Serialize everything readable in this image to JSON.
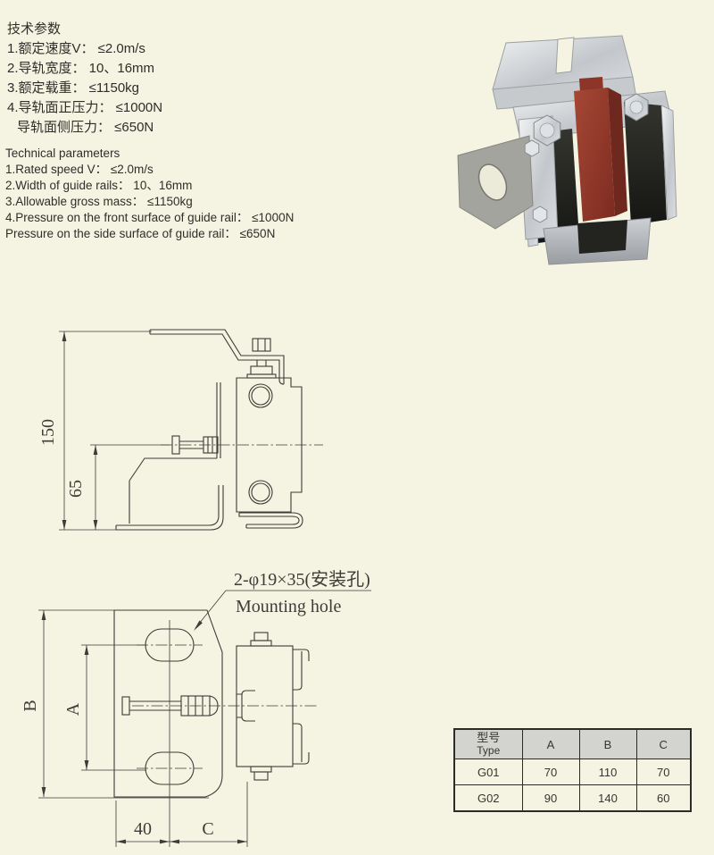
{
  "colors": {
    "page_bg": "#f5f3e2",
    "drawing_ink": "#3e3c37",
    "table_header_bg": "#d3d3cf",
    "red_insert": "#a74836",
    "zinc_metal": "#c9cdd1",
    "rubber_dark": "#23231f"
  },
  "specs_cn": {
    "title": "技术参数",
    "lines": [
      "1.额定速度V： ≤2.0m/s",
      "2.导轨宽度： 10、16mm",
      "3.额定载重： ≤1150kg",
      "4.导轨面正压力： ≤1000N",
      "导轨面侧压力： ≤650N"
    ]
  },
  "specs_en": {
    "title": "Technical parameters",
    "lines": [
      "1.Rated speed V： ≤2.0m/s",
      "2.Width of guide rails： 10、16mm",
      "3.Allowable gross mass： ≤1150kg",
      "4.Pressure on the front surface of guide rail： ≤1000N",
      "Pressure on the side surface of guide rail： ≤650N"
    ]
  },
  "side_view": {
    "height_label": "150",
    "center_label": "65"
  },
  "top_view": {
    "hole_label_cn": "2-φ19×35(安装孔)",
    "hole_label_en": "Mounting hole",
    "width_b": "B",
    "width_a": "A",
    "offset_40": "40",
    "offset_c": "C"
  },
  "size_table": {
    "header": {
      "model_cn": "型号",
      "model_en": "Type",
      "col_a": "A",
      "col_b": "B",
      "col_c": "C"
    },
    "rows": [
      {
        "model": "G01",
        "a": "70",
        "b": "110",
        "c": "70"
      },
      {
        "model": "G02",
        "a": "90",
        "b": "140",
        "c": "60"
      }
    ]
  }
}
